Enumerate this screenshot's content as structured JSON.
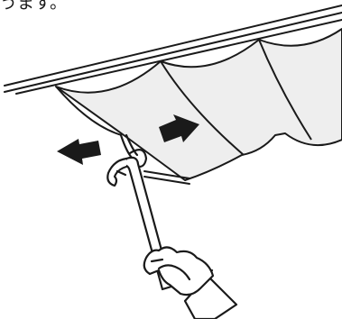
{
  "caption": {
    "text": "うます。"
  },
  "colors": {
    "line": "#1a1a1a",
    "awning_fill": "#eeeeee",
    "background": "#ffffff"
  },
  "arrows": [
    {
      "name": "open-arrow",
      "direction": "right"
    },
    {
      "name": "close-arrow",
      "direction": "left"
    }
  ]
}
